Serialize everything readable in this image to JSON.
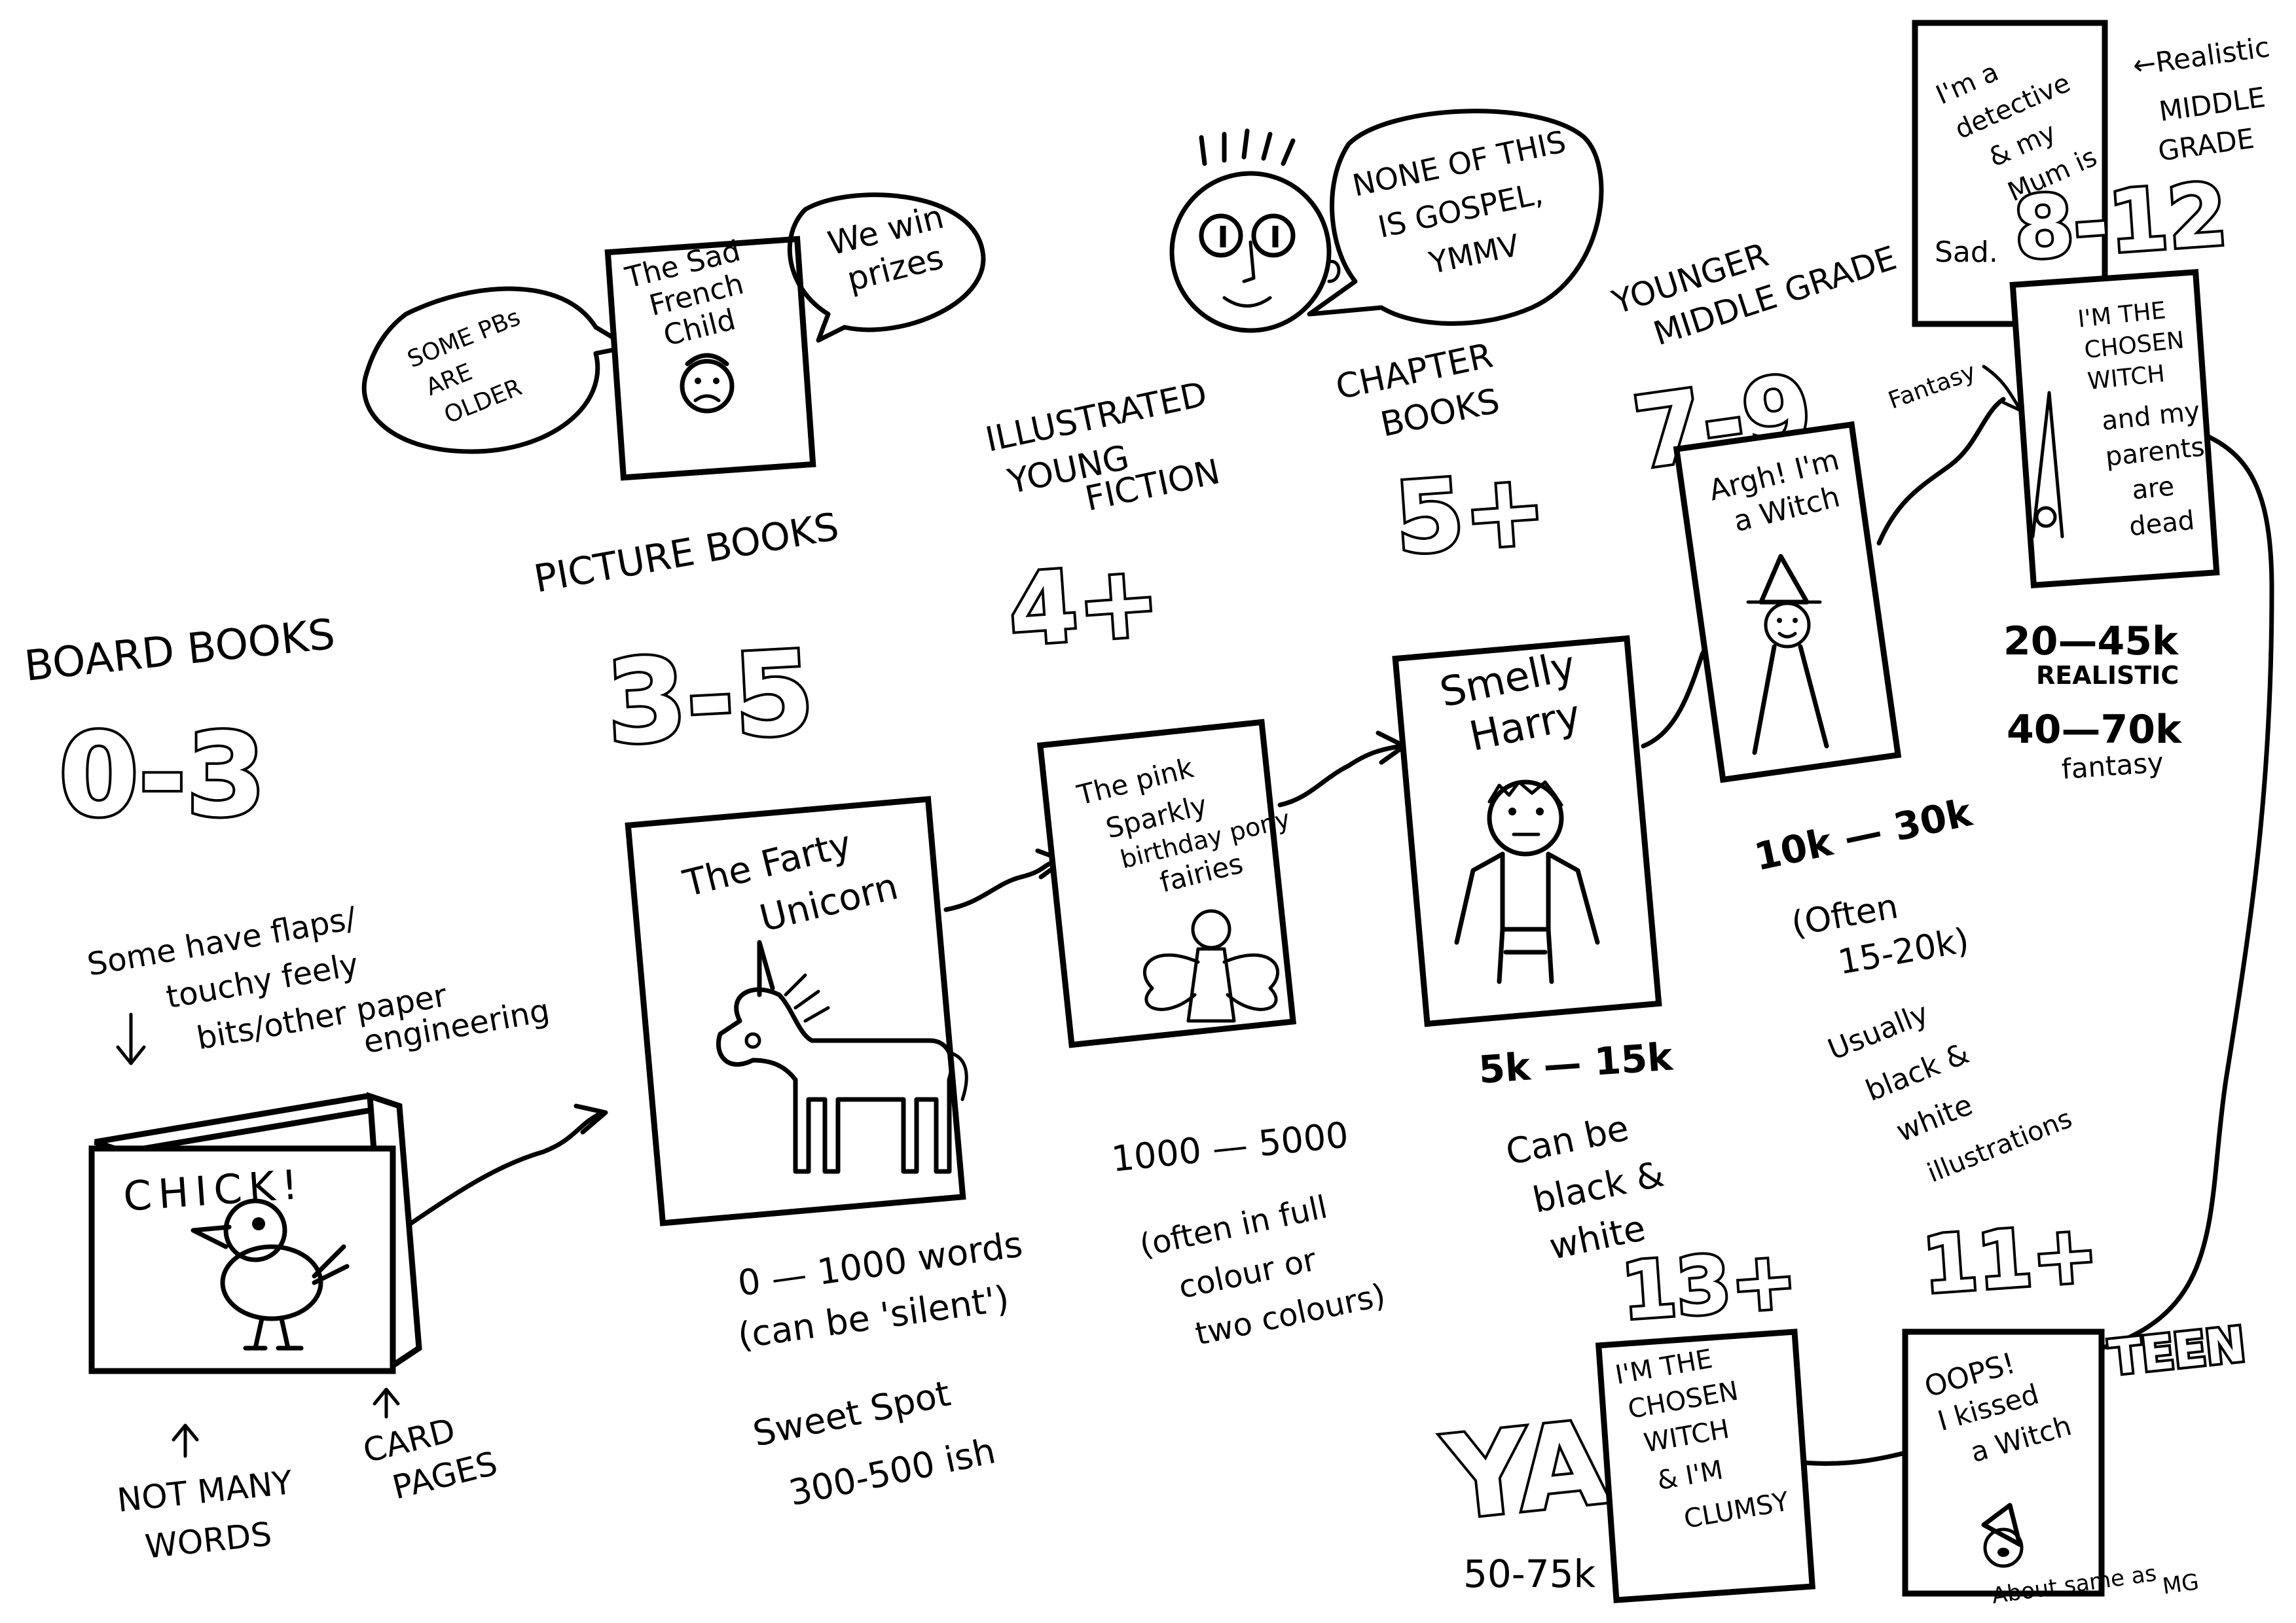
{
  "stages": {
    "board": {
      "label": "BOARD BOOKS",
      "age": "0-3",
      "note_lines": [
        "Some have flaps/",
        "touchy feely",
        "bits/other paper",
        "engineering"
      ],
      "cover_title": "CHICK!",
      "callout_left_lines": [
        "NOT MANY",
        "WORDS"
      ],
      "callout_right_lines": [
        "CARD",
        "PAGES"
      ]
    },
    "picture": {
      "label": "PICTURE BOOKS",
      "age": "3-5",
      "cover_title_lines": [
        "The Farty",
        "Unicorn"
      ],
      "words": "0 — 1000 words",
      "silent": "(can be 'silent')",
      "sweet_lines": [
        "Sweet Spot",
        "300-500 ish"
      ]
    },
    "older_pb": {
      "bubble_lines": [
        "SOME PBs",
        "ARE",
        "OLDER"
      ],
      "cover_title_lines": [
        "The Sad",
        "French",
        "Child"
      ],
      "prize_lines": [
        "We win",
        "prizes"
      ]
    },
    "illustrated": {
      "label_lines": [
        "ILLUSTRATED",
        "YOUNG",
        "FICTION"
      ],
      "age": "4+",
      "cover_title_lines": [
        "The pink",
        "Sparkly",
        "birthday pony",
        "fairies"
      ],
      "words": "1000 — 5000",
      "note_lines": [
        "(often in full",
        "colour or",
        "two colours)"
      ]
    },
    "narrator": {
      "speech_lines": [
        "NONE OF THIS",
        "IS GOSPEL,",
        "YMMV"
      ]
    },
    "chapter": {
      "label_lines": [
        "CHAPTER",
        "BOOKS"
      ],
      "age": "5+",
      "cover_title_lines": [
        "Smelly",
        "Harry"
      ],
      "words": "5k — 15k",
      "note_lines": [
        "Can be",
        "black &",
        "white"
      ]
    },
    "younger_mg": {
      "label_lines": [
        "YOUNGER",
        "MIDDLE GRADE"
      ],
      "age": "7-9",
      "cover_title_lines": [
        "Argh! I'm",
        "a Witch"
      ],
      "words": "10k — 30k",
      "often_lines": [
        "(Often",
        "15-20k)"
      ],
      "note_lines": [
        "Usually",
        "black &",
        "white",
        "illustrations"
      ]
    },
    "mg": {
      "realistic_cover_lines": [
        "I'm a",
        "detective",
        "& my",
        "Mum is",
        "Sad."
      ],
      "realistic_label_lines": [
        "←Realistic",
        "MIDDLE",
        "GRADE"
      ],
      "age": "8-12",
      "fantasy_label": "Fantasy",
      "cover_title_lines": [
        "I'M THE",
        "CHOSEN",
        "WITCH",
        "and my",
        "parents",
        "are",
        "dead"
      ],
      "words_realistic": "20—45k",
      "realistic": "REALISTIC",
      "words_fantasy": "40—70k",
      "fantasy": "fantasy"
    },
    "teen": {
      "age": "11+",
      "label": "TEEN",
      "cover_title_lines": [
        "OOPS!",
        "I kissed",
        "a Witch"
      ],
      "note_lines": [
        "About same as",
        "MG"
      ]
    },
    "ya": {
      "age": "13+",
      "label": "YA",
      "cover_title_lines": [
        "I'M THE",
        "CHOSEN",
        "WITCH",
        "& I'M",
        "CLUMSY"
      ],
      "words": "50-75k"
    }
  }
}
